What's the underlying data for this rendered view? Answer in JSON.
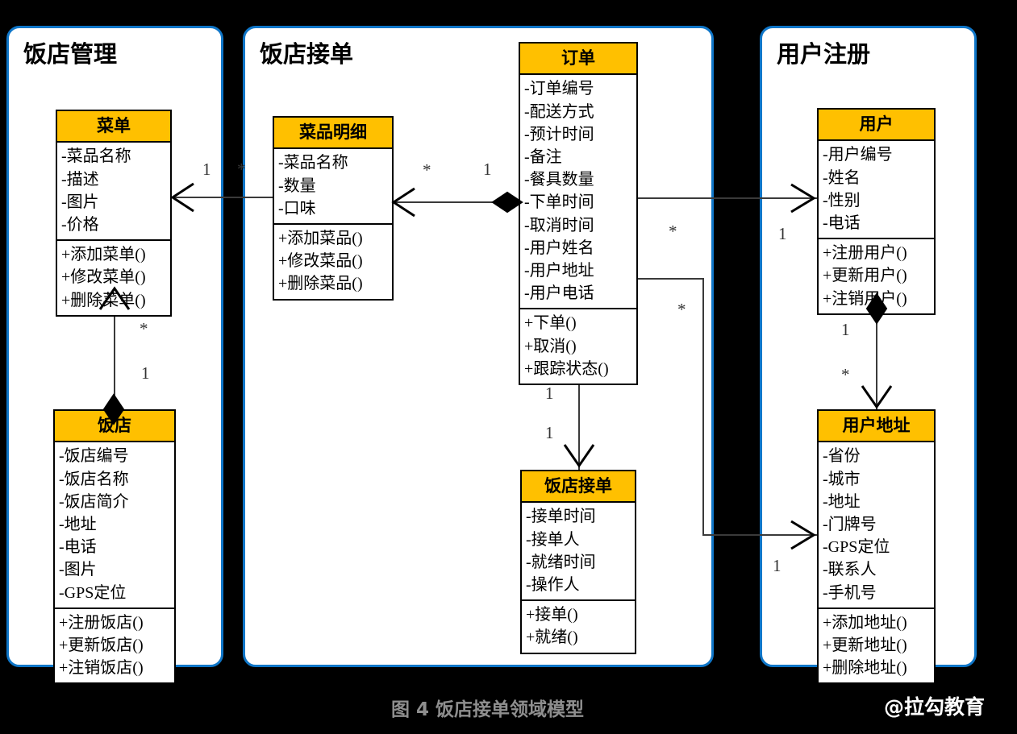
{
  "diagram": {
    "caption": "图 4 饭店接单领域模型",
    "watermark": "@拉勾教育",
    "background_color": "#000000",
    "package_border_color": "#0f76c8",
    "class_header_color": "#ffc000",
    "line_color": "#3a3a3a"
  },
  "packages": [
    {
      "name": "restaurant-management",
      "title": "饭店管理"
    },
    {
      "name": "restaurant-order-taking",
      "title": "饭店接单"
    },
    {
      "name": "user-registration",
      "title": "用户注册"
    }
  ],
  "classes": [
    {
      "id": "menu",
      "title": "菜单",
      "attributes": [
        "-菜品名称",
        "-描述",
        "-图片",
        "-价格"
      ],
      "methods": [
        "+添加菜单()",
        "+修改菜单()",
        "+删除菜单()"
      ]
    },
    {
      "id": "restaurant",
      "title": "饭店",
      "attributes": [
        "-饭店编号",
        "-饭店名称",
        "-饭店简介",
        "-地址",
        "-电话",
        "-图片",
        "-GPS定位"
      ],
      "methods": [
        "+注册饭店()",
        "+更新饭店()",
        "+注销饭店()"
      ]
    },
    {
      "id": "dish-detail",
      "title": "菜品明细",
      "attributes": [
        "-菜品名称",
        "-数量",
        "-口味"
      ],
      "methods": [
        "+添加菜品()",
        "+修改菜品()",
        "+删除菜品()"
      ]
    },
    {
      "id": "order",
      "title": "订单",
      "attributes": [
        "-订单编号",
        "-配送方式",
        "-预计时间",
        "-备注",
        "-餐具数量",
        "-下单时间",
        "-取消时间",
        "-用户姓名",
        "-用户地址",
        "-用户电话"
      ],
      "methods": [
        "+下单()",
        "+取消()",
        "+跟踪状态()"
      ]
    },
    {
      "id": "order-acceptance",
      "title": "饭店接单",
      "attributes": [
        "-接单时间",
        "-接单人",
        "-就绪时间",
        "-操作人"
      ],
      "methods": [
        "+接单()",
        "+就绪()"
      ]
    },
    {
      "id": "user",
      "title": "用户",
      "attributes": [
        "-用户编号",
        "-姓名",
        "-性别",
        "-电话"
      ],
      "methods": [
        "+注册用户()",
        "+更新用户()",
        "+注销用户()"
      ]
    },
    {
      "id": "user-address",
      "title": "用户地址",
      "attributes": [
        "-省份",
        "-城市",
        "-地址",
        "-门牌号",
        "-GPS定位",
        "-联系人",
        "-手机号"
      ],
      "methods": [
        "+添加地址()",
        "+更新地址()",
        "+删除地址()"
      ]
    }
  ],
  "relationships": [
    {
      "id": "rel-dishdetail-menu",
      "from": "dish-detail",
      "to": "menu",
      "source_multiplicity": "*",
      "target_multiplicity": "1",
      "kind": "association"
    },
    {
      "id": "rel-restaurant-menu",
      "from": "restaurant",
      "to": "menu",
      "source_multiplicity": "1",
      "target_multiplicity": "*",
      "kind": "aggregation"
    },
    {
      "id": "rel-order-dishdetail",
      "from": "order",
      "to": "dish-detail",
      "source_multiplicity": "1",
      "target_multiplicity": "*",
      "kind": "aggregation"
    },
    {
      "id": "rel-order-user",
      "from": "order",
      "to": "user",
      "source_multiplicity": "*",
      "target_multiplicity": "1",
      "kind": "association"
    },
    {
      "id": "rel-order-useraddress",
      "from": "order",
      "to": "user-address",
      "source_multiplicity": "*",
      "target_multiplicity": "1",
      "kind": "association"
    },
    {
      "id": "rel-order-acceptance",
      "from": "order",
      "to": "order-acceptance",
      "source_multiplicity": "1",
      "target_multiplicity": "1",
      "kind": "association"
    },
    {
      "id": "rel-user-address",
      "from": "user",
      "to": "user-address",
      "source_multiplicity": "1",
      "target_multiplicity": "*",
      "kind": "aggregation"
    }
  ],
  "multiplicity_labels": {
    "menu_side_1": "1",
    "dishdetail_side_star": "*",
    "dishdetail_right_star": "*",
    "order_left_1": "1",
    "restaurant_up_star": "*",
    "restaurant_up_1": "1",
    "order_user_star": "*",
    "user_left_1": "1",
    "order_addr_star": "*",
    "addr_left_1": "1",
    "order_down_1a": "1",
    "order_down_1b": "1",
    "user_down_1": "1",
    "user_down_star": "*"
  }
}
